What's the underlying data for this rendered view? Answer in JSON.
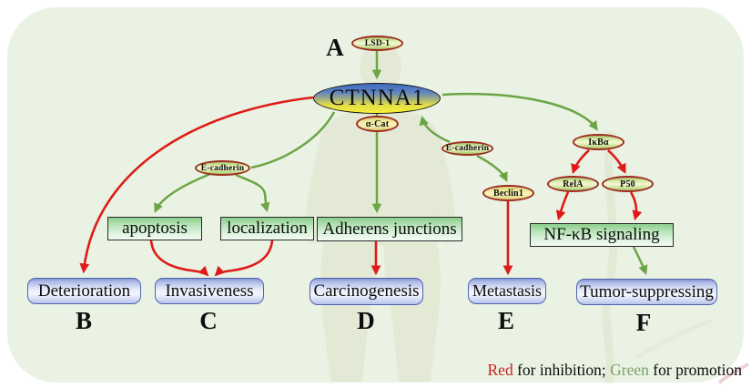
{
  "figure": {
    "type": "pathway-diagram",
    "panel_labels": {
      "a": "A",
      "b": "B",
      "c": "C",
      "d": "D",
      "e": "E",
      "f": "F"
    },
    "nodes": {
      "lsd1": {
        "label": "LSD-1"
      },
      "ctnna1": {
        "label": "CTNNA1"
      },
      "alpha_cat": {
        "label": "α-Cat"
      },
      "e_cadherin_left": {
        "label": "E-cadherin"
      },
      "e_cadherin_right": {
        "label": "E-cadherin"
      },
      "beclin1": {
        "label": "Beclin1"
      },
      "ikb_alpha": {
        "label": "IκBα"
      },
      "rela": {
        "label": "RelA"
      },
      "p50": {
        "label": "P50"
      }
    },
    "process_boxes": {
      "apoptosis": {
        "label": "apoptosis"
      },
      "localization": {
        "label": "localization"
      },
      "adherens_junctions": {
        "label": "Adherens junctions"
      },
      "nfkb_signaling": {
        "label": "NF-κB signaling"
      }
    },
    "outcome_boxes": {
      "deterioration": {
        "label": "Deterioration"
      },
      "invasiveness": {
        "label": "Invasiveness"
      },
      "carcinogenesis": {
        "label": "Carcinogenesis"
      },
      "metastasis": {
        "label": "Metastasis"
      },
      "tumor_suppressing": {
        "label": "Tumor-suppressing"
      }
    },
    "legend": {
      "red_term": "Red",
      "red_desc": " for inhibition; ",
      "green_term": "Green",
      "green_desc": " for promotion"
    },
    "colors": {
      "inhibition_red": "#de1b18",
      "promotion_green": "#6ca544",
      "panel_background": "#e9f2e3",
      "legend_red": "#c52222",
      "legend_green": "#7ba36a"
    },
    "edges": [
      {
        "from": "LSD-1",
        "to": "CTNNA1",
        "type": "promotion"
      },
      {
        "from": "CTNNA1",
        "to": "Deterioration",
        "type": "inhibition"
      },
      {
        "from": "CTNNA1",
        "to": "E-cadherin",
        "type": "promotion"
      },
      {
        "from": "E-cadherin",
        "to": "apoptosis",
        "type": "promotion"
      },
      {
        "from": "E-cadherin",
        "to": "localization",
        "type": "promotion"
      },
      {
        "from": "apoptosis",
        "to": "Invasiveness",
        "type": "inhibition"
      },
      {
        "from": "localization",
        "to": "Invasiveness",
        "type": "inhibition"
      },
      {
        "from": "CTNNA1",
        "to": "Adherens junctions",
        "type": "promotion"
      },
      {
        "from": "Adherens junctions",
        "to": "Carcinogenesis",
        "type": "inhibition"
      },
      {
        "from": "E-cadherin",
        "to": "CTNNA1",
        "type": "promotion"
      },
      {
        "from": "E-cadherin",
        "to": "Beclin1",
        "type": "promotion"
      },
      {
        "from": "Beclin1",
        "to": "Metastasis",
        "type": "inhibition"
      },
      {
        "from": "CTNNA1",
        "to": "IκBα",
        "type": "promotion"
      },
      {
        "from": "IκBα",
        "to": "RelA",
        "type": "inhibition"
      },
      {
        "from": "IκBα",
        "to": "P50",
        "type": "inhibition"
      },
      {
        "from": "RelA",
        "to": "NF-κB signaling",
        "type": "inhibition"
      },
      {
        "from": "P50",
        "to": "NF-κB signaling",
        "type": "inhibition"
      },
      {
        "from": "NF-κB signaling",
        "to": "Tumor-suppressing",
        "type": "promotion"
      }
    ]
  }
}
